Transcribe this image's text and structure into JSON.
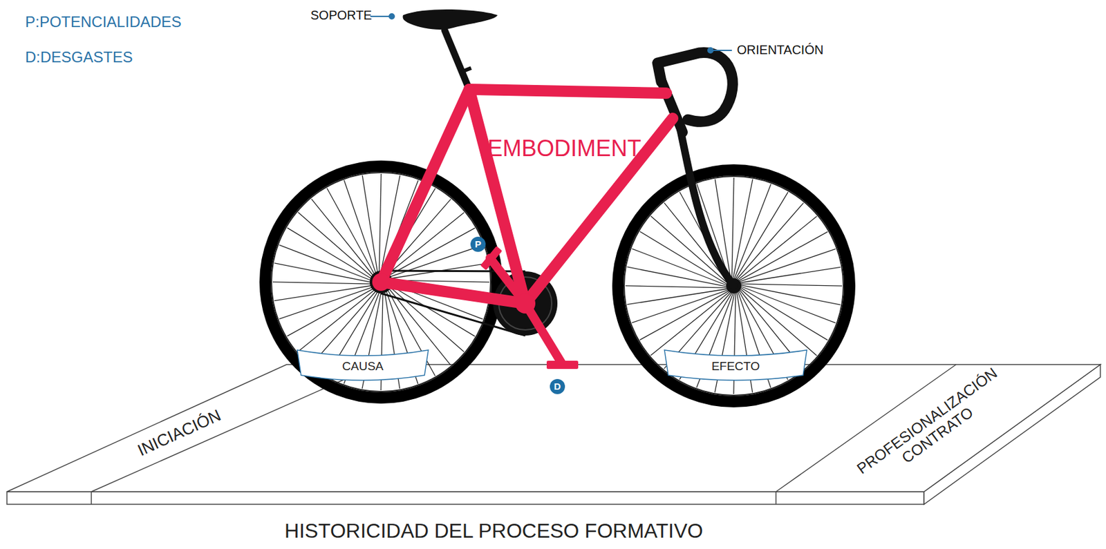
{
  "diagram": {
    "caption": "HISTORICIDAD DEL PROCESO FORMATIVO",
    "nodes": [
      {
        "text": [
          "P"
        ]
      },
      {
        "text": [
          "D"
        ]
      },
      {
        "text": [
          "CAUSA"
        ]
      },
      {
        "text": [
          "EFECTO"
        ]
      },
      {
        "text": [
          "INICIACIÓN"
        ]
      },
      {
        "text": [
          "PROFESIONALIZACIÓN CONTRATO"
        ]
      }
    ],
    "labels": [
      "P:POTENCIALIDADES",
      "D:DESGASTES",
      "SOPORTE",
      "ORIENTACIÓN",
      "EMBODIMENT"
    ]
  }
}
